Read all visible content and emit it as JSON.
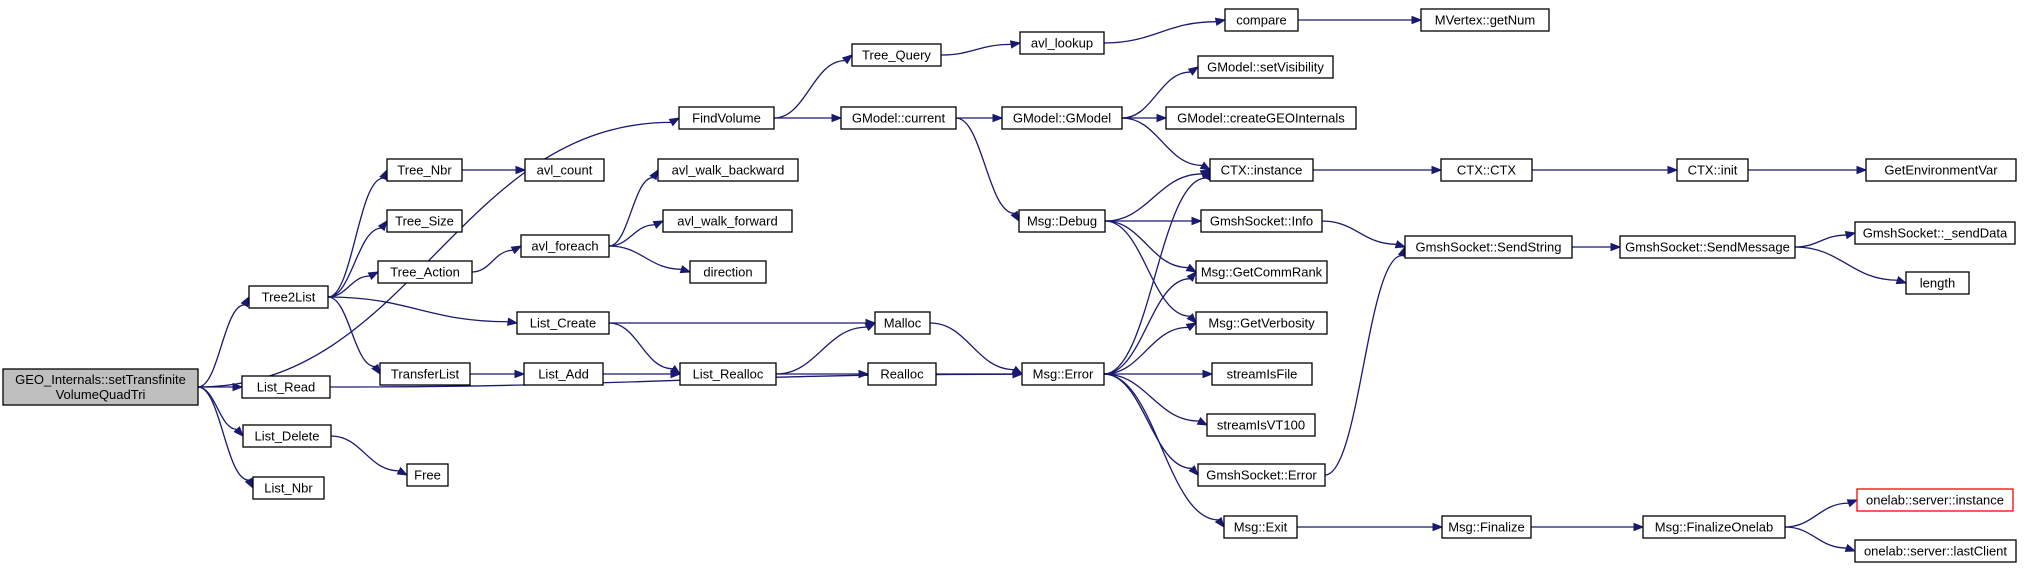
{
  "colors": {
    "edge": "#191970",
    "node_border": "#000000",
    "root_fill": "#bfbfbf",
    "truncated_border": "#ff0000"
  },
  "nodes": [
    {
      "id": "root",
      "lines": [
        "GEO_Internals::setTransfinite",
        "VolumeQuadTri"
      ],
      "kind": "root"
    },
    {
      "id": "findvolume",
      "lines": [
        "FindVolume"
      ]
    },
    {
      "id": "tree2list",
      "lines": [
        "Tree2List"
      ]
    },
    {
      "id": "list_read",
      "lines": [
        "List_Read"
      ]
    },
    {
      "id": "list_delete",
      "lines": [
        "List_Delete"
      ]
    },
    {
      "id": "list_nbr",
      "lines": [
        "List_Nbr"
      ]
    },
    {
      "id": "tree_query",
      "lines": [
        "Tree_Query"
      ]
    },
    {
      "id": "avl_lookup",
      "lines": [
        "avl_lookup"
      ]
    },
    {
      "id": "compare",
      "lines": [
        "compare"
      ]
    },
    {
      "id": "mvertex_getnum",
      "lines": [
        "MVertex::getNum"
      ]
    },
    {
      "id": "gmodel_current",
      "lines": [
        "GModel::current"
      ]
    },
    {
      "id": "gmodel_gmodel",
      "lines": [
        "GModel::GModel"
      ]
    },
    {
      "id": "gmodel_setvis",
      "lines": [
        "GModel::setVisibility"
      ]
    },
    {
      "id": "gmodel_creategeo",
      "lines": [
        "GModel::createGEOInternals"
      ]
    },
    {
      "id": "ctx_instance",
      "lines": [
        "CTX::instance"
      ]
    },
    {
      "id": "ctx_ctx",
      "lines": [
        "CTX::CTX"
      ]
    },
    {
      "id": "ctx_init",
      "lines": [
        "CTX::init"
      ]
    },
    {
      "id": "getenv",
      "lines": [
        "GetEnvironmentVar"
      ]
    },
    {
      "id": "msg_debug",
      "lines": [
        "Msg::Debug"
      ]
    },
    {
      "id": "tree_nbr",
      "lines": [
        "Tree_Nbr"
      ]
    },
    {
      "id": "avl_count",
      "lines": [
        "avl_count"
      ]
    },
    {
      "id": "tree_size",
      "lines": [
        "Tree_Size"
      ]
    },
    {
      "id": "tree_action",
      "lines": [
        "Tree_Action"
      ]
    },
    {
      "id": "avl_foreach",
      "lines": [
        "avl_foreach"
      ]
    },
    {
      "id": "avl_walk_backward",
      "lines": [
        "avl_walk_backward"
      ]
    },
    {
      "id": "avl_walk_forward",
      "lines": [
        "avl_walk_forward"
      ]
    },
    {
      "id": "direction",
      "lines": [
        "direction"
      ]
    },
    {
      "id": "list_create",
      "lines": [
        "List_Create"
      ]
    },
    {
      "id": "transferlist",
      "lines": [
        "TransferList"
      ]
    },
    {
      "id": "list_add",
      "lines": [
        "List_Add"
      ]
    },
    {
      "id": "list_realloc",
      "lines": [
        "List_Realloc"
      ]
    },
    {
      "id": "malloc",
      "lines": [
        "Malloc"
      ]
    },
    {
      "id": "realloc",
      "lines": [
        "Realloc"
      ]
    },
    {
      "id": "free",
      "lines": [
        "Free"
      ]
    },
    {
      "id": "msg_error",
      "lines": [
        "Msg::Error"
      ]
    },
    {
      "id": "gs_info",
      "lines": [
        "GmshSocket::Info"
      ]
    },
    {
      "id": "gs_sendstring",
      "lines": [
        "GmshSocket::SendString"
      ]
    },
    {
      "id": "gs_sendmessage",
      "lines": [
        "GmshSocket::SendMessage"
      ]
    },
    {
      "id": "gs_senddata",
      "lines": [
        "GmshSocket::_sendData"
      ]
    },
    {
      "id": "length",
      "lines": [
        "length"
      ]
    },
    {
      "id": "msg_getcommrank",
      "lines": [
        "Msg::GetCommRank"
      ]
    },
    {
      "id": "msg_getverbosity",
      "lines": [
        "Msg::GetVerbosity"
      ]
    },
    {
      "id": "streamisfile",
      "lines": [
        "streamIsFile"
      ]
    },
    {
      "id": "streamisvt100",
      "lines": [
        "streamIsVT100"
      ]
    },
    {
      "id": "gs_error",
      "lines": [
        "GmshSocket::Error"
      ]
    },
    {
      "id": "msg_exit",
      "lines": [
        "Msg::Exit"
      ]
    },
    {
      "id": "msg_finalize",
      "lines": [
        "Msg::Finalize"
      ]
    },
    {
      "id": "msg_finalizeonelab",
      "lines": [
        "Msg::FinalizeOnelab"
      ]
    },
    {
      "id": "onelab_instance",
      "lines": [
        "onelab::server::instance"
      ],
      "kind": "truncated"
    },
    {
      "id": "onelab_lastclient",
      "lines": [
        "onelab::server::lastClient"
      ]
    }
  ],
  "edges": [
    [
      "root",
      "findvolume"
    ],
    [
      "root",
      "tree2list"
    ],
    [
      "root",
      "list_read"
    ],
    [
      "root",
      "list_delete"
    ],
    [
      "root",
      "list_nbr"
    ],
    [
      "findvolume",
      "tree_query"
    ],
    [
      "findvolume",
      "gmodel_current"
    ],
    [
      "tree_query",
      "avl_lookup"
    ],
    [
      "avl_lookup",
      "compare"
    ],
    [
      "compare",
      "mvertex_getnum"
    ],
    [
      "gmodel_current",
      "gmodel_gmodel"
    ],
    [
      "gmodel_current",
      "msg_debug"
    ],
    [
      "gmodel_gmodel",
      "gmodel_setvis"
    ],
    [
      "gmodel_gmodel",
      "gmodel_creategeo"
    ],
    [
      "gmodel_gmodel",
      "ctx_instance"
    ],
    [
      "ctx_instance",
      "ctx_ctx"
    ],
    [
      "ctx_ctx",
      "ctx_init"
    ],
    [
      "ctx_init",
      "getenv"
    ],
    [
      "msg_debug",
      "ctx_instance"
    ],
    [
      "msg_debug",
      "gs_info"
    ],
    [
      "msg_debug",
      "msg_getcommrank"
    ],
    [
      "msg_debug",
      "msg_getverbosity"
    ],
    [
      "tree2list",
      "tree_nbr"
    ],
    [
      "tree2list",
      "tree_size"
    ],
    [
      "tree2list",
      "tree_action"
    ],
    [
      "tree2list",
      "list_create"
    ],
    [
      "tree2list",
      "transferlist"
    ],
    [
      "tree_nbr",
      "avl_count"
    ],
    [
      "tree_action",
      "avl_foreach"
    ],
    [
      "avl_foreach",
      "avl_walk_backward"
    ],
    [
      "avl_foreach",
      "avl_walk_forward"
    ],
    [
      "avl_foreach",
      "direction"
    ],
    [
      "list_create",
      "malloc"
    ],
    [
      "list_create",
      "list_realloc"
    ],
    [
      "transferlist",
      "list_add"
    ],
    [
      "list_add",
      "list_realloc"
    ],
    [
      "list_realloc",
      "malloc"
    ],
    [
      "list_realloc",
      "realloc"
    ],
    [
      "malloc",
      "msg_error"
    ],
    [
      "realloc",
      "msg_error"
    ],
    [
      "list_read",
      "msg_error"
    ],
    [
      "list_delete",
      "free"
    ],
    [
      "msg_error",
      "ctx_instance"
    ],
    [
      "msg_error",
      "msg_getcommrank"
    ],
    [
      "msg_error",
      "msg_getverbosity"
    ],
    [
      "msg_error",
      "streamisfile"
    ],
    [
      "msg_error",
      "streamisvt100"
    ],
    [
      "msg_error",
      "gs_error"
    ],
    [
      "msg_error",
      "msg_exit"
    ],
    [
      "gs_info",
      "gs_sendstring"
    ],
    [
      "gs_error",
      "gs_sendstring"
    ],
    [
      "gs_sendstring",
      "gs_sendmessage"
    ],
    [
      "gs_sendmessage",
      "gs_senddata"
    ],
    [
      "gs_sendmessage",
      "length"
    ],
    [
      "msg_exit",
      "msg_finalize"
    ],
    [
      "msg_finalize",
      "msg_finalizeonelab"
    ],
    [
      "msg_finalizeonelab",
      "onelab_instance"
    ],
    [
      "msg_finalizeonelab",
      "onelab_lastclient"
    ]
  ]
}
